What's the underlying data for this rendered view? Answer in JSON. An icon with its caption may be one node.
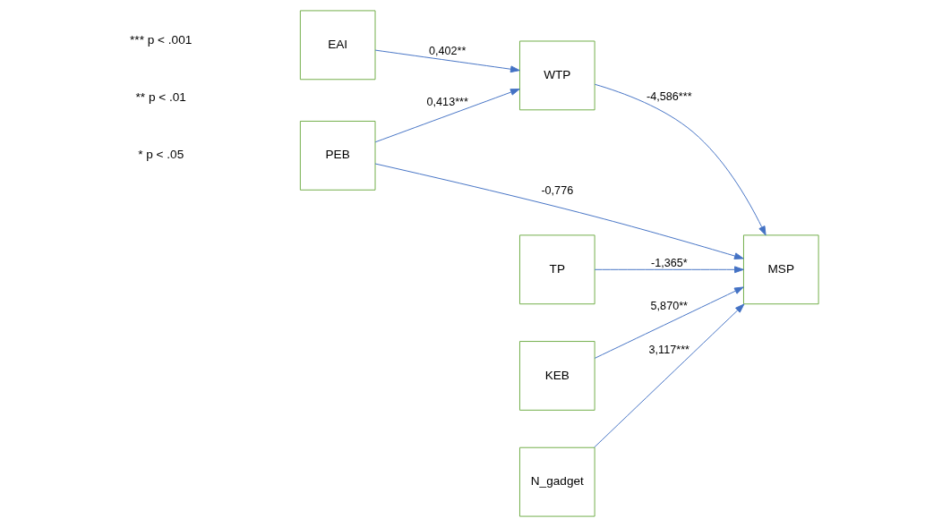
{
  "diagram": {
    "nodes": [
      {
        "text": [
          "EAI"
        ]
      },
      {
        "text": [
          "WTP"
        ]
      },
      {
        "text": [
          "PEB"
        ]
      },
      {
        "text": [
          "MSP"
        ]
      },
      {
        "text": [
          "TP"
        ]
      },
      {
        "text": [
          "KEB"
        ]
      },
      {
        "text": [
          "N_gadget"
        ]
      }
    ],
    "edges": [
      {
        "from": 0,
        "to": 1,
        "arrow": "to",
        "label": "0,402**"
      },
      {
        "from": 2,
        "to": 1,
        "arrow": "to",
        "label": "0,413***"
      },
      {
        "from": 1,
        "to": 3,
        "arrow": "to",
        "label": "-4,586***"
      },
      {
        "from": 2,
        "to": 3,
        "arrow": "to",
        "label": "-0,776"
      },
      {
        "from": 4,
        "to": 3,
        "arrow": "to",
        "label": "-1,365*"
      },
      {
        "from": 5,
        "to": 3,
        "arrow": "to",
        "label": "5,870**"
      },
      {
        "from": 6,
        "to": 3,
        "arrow": "to",
        "label": "3,117***"
      }
    ],
    "labels": [
      "* p < .05",
      "** p < .01",
      "*** p < .001"
    ]
  }
}
